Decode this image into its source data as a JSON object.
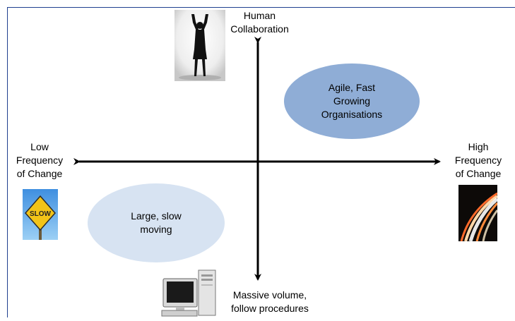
{
  "diagram": {
    "top_label": "Human\nCollaboration",
    "bottom_label": "Massive volume,\nfollow procedures",
    "left_label": "Low\nFrequency\nof Change",
    "right_label": "High\nFrequency\nof Change",
    "top_right_bubble": "Agile, Fast\nGrowing\nOrganisations",
    "bottom_left_bubble": "Large, slow\nmoving",
    "sign_text": "SLOW"
  },
  "colors": {
    "frame": "#1f3f8f",
    "axis": "#000000",
    "bubble_top_right": "#8fadd6",
    "bubble_bottom_left": "#d7e3f2"
  },
  "icons": {
    "top": "person-arms-raised-icon",
    "bottom": "desktop-computer-icon",
    "left": "slow-sign-icon",
    "right": "night-highway-lights-icon"
  }
}
